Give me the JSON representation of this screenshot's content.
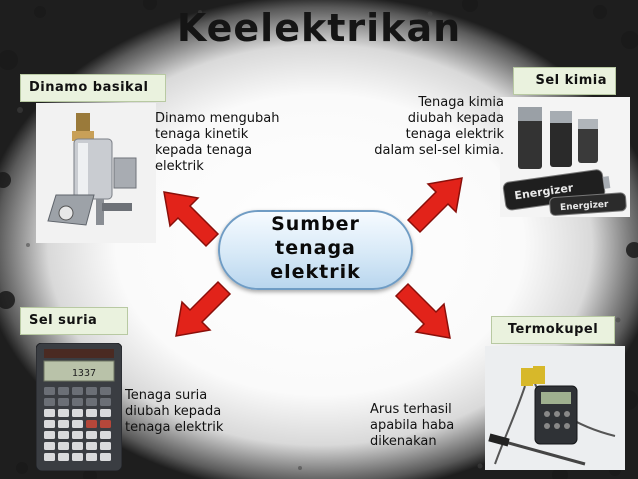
{
  "title": "Keelektrikan",
  "center": {
    "lines": [
      "Sumber",
      "tenaga",
      "elektrik"
    ]
  },
  "labels": {
    "dinamo": "Dinamo basikal",
    "selkimia": "Sel kimia",
    "selsuria": "Sel suria",
    "termokupel": "Termokupel"
  },
  "descriptions": {
    "dinamo": [
      "Dinamo mengubah",
      "tenaga kinetik",
      "kepada tenaga",
      "elektrik"
    ],
    "selkimia": [
      "Tenaga kimia",
      "diubah kepada",
      "tenaga elektrik",
      "dalam sel-sel kimia."
    ],
    "selsuria": [
      "Tenaga suria",
      "diubah kepada",
      "tenaga elektrik"
    ],
    "termokupel": [
      "Arus terhasil",
      "apabila haba",
      "dikenakan"
    ]
  },
  "photo_text": {
    "battery_brand": "Energizer",
    "calculator_display": "1337"
  },
  "colors": {
    "arrow_fill": "#e2231a",
    "arrow_stroke": "#8a0f0a",
    "label_bg": "#eaf2de",
    "center_border": "#6f9cc4"
  },
  "icons": {
    "dinamo": "bicycle-dynamo-icon",
    "selkimia": "batteries-icon",
    "selsuria": "solar-calculator-icon",
    "termokupel": "thermocouple-meter-icon"
  }
}
